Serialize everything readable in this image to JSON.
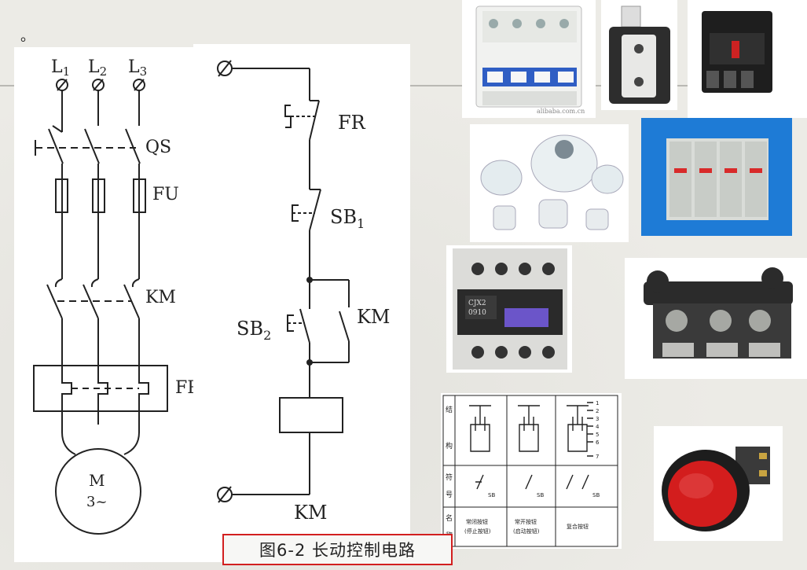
{
  "slide": {
    "bullet": "。",
    "caption": "图6-2   长动控制电路"
  },
  "main_circuit": {
    "phase_labels": [
      "L",
      "L",
      "L"
    ],
    "phase_subs": [
      "1",
      "2",
      "3"
    ],
    "qs_label": "QS",
    "fu_label": "FU",
    "km_label": "KM",
    "fr_label": "FR",
    "motor_label": "M",
    "motor_sub": "3~"
  },
  "control_circuit": {
    "fr_label": "FR",
    "sb1_label": "SB",
    "sb1_sub": "1",
    "sb2_label": "SB",
    "sb2_sub": "2",
    "km_contact_label": "KM",
    "coil_label": "KM"
  },
  "button_table": {
    "row_headers": [
      "结",
      "构",
      "符",
      "号",
      "名",
      "称"
    ],
    "part_numbers": [
      "1",
      "2",
      "3",
      "4",
      "5",
      "6",
      "7"
    ],
    "symbol_labels": [
      "SB",
      "SB",
      "SB"
    ],
    "names": [
      {
        "line1": "常闭按钮",
        "line2": "(停止按钮)"
      },
      {
        "line1": "常开按钮",
        "line2": "(启动按钮)"
      },
      {
        "line1": "复合按钮",
        "line2": ""
      }
    ]
  },
  "photos": {
    "watermark": "alibaba.com.cn",
    "contactor_model_1": "CJX2",
    "contactor_model_2": "0910"
  }
}
